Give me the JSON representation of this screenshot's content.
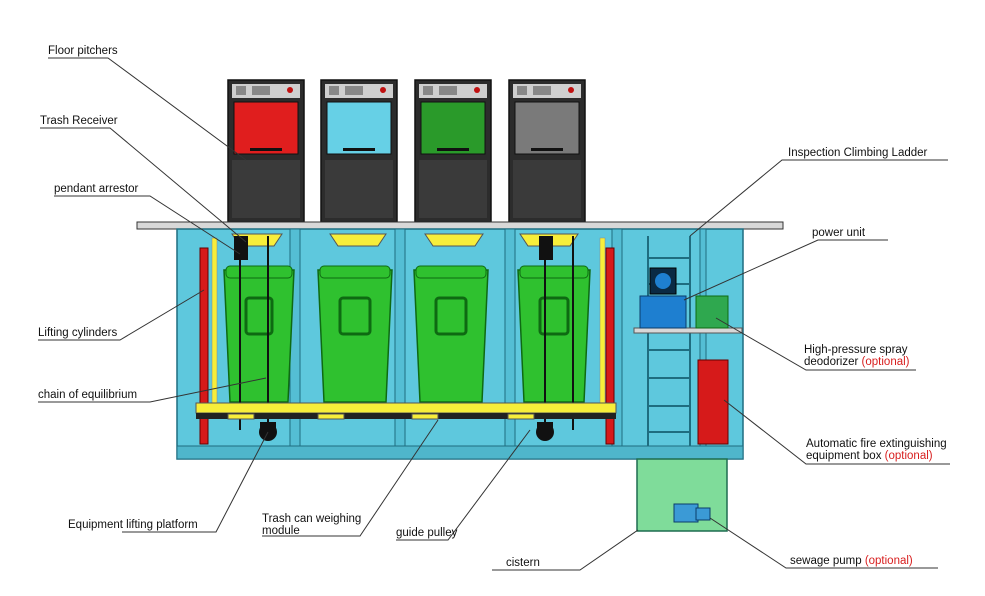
{
  "labels": {
    "floor_pitchers": "Floor pitchers",
    "trash_receiver": "Trash Receiver",
    "pendant_arrestor": "pendant arrestor",
    "lifting_cylinders": "Lifting cylinders",
    "chain_of_equilibrium": "chain of equilibrium",
    "equipment_lifting_platform": "Equipment lifting platform",
    "weighing_line1": "Trash can weighing",
    "weighing_line2": "module",
    "guide_pulley": "guide pulley",
    "cistern": "cistern",
    "inspection_ladder": "Inspection Climbing Ladder",
    "power_unit": "power unit",
    "spray_line1": "High-pressure spray",
    "spray_line2": "deodorizer",
    "fire_line1": "Automatic fire extinguishing",
    "fire_line2": "equipment box",
    "sewage_pump": "sewage pump",
    "optional": "(optional)"
  },
  "colors": {
    "frame": "#5ec8dd",
    "frame_dark": "#2a8fa8",
    "bin_green": "#2fc12f",
    "bin_dark": "#0e6a12",
    "yellow": "#f7ee3a",
    "cylinder_red": "#d61a1a",
    "cistern": "#7fdc9a",
    "pump": "#3b9ad6",
    "optional_red": "#d81e1e",
    "pitcher_red": "#e01e1e",
    "pitcher_cyan": "#66d0e6",
    "pitcher_green": "#2a9a2a",
    "pitcher_gray": "#7a7a7a"
  },
  "pitchers": [
    "red",
    "cyan",
    "green",
    "gray"
  ]
}
